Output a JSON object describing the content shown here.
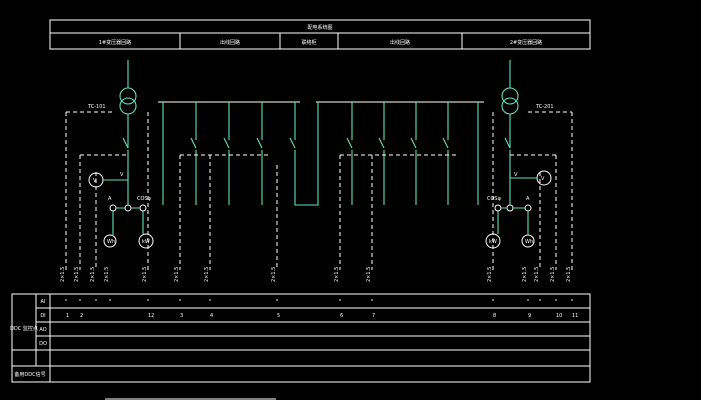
{
  "header": {
    "title": "配电系统图",
    "sections": [
      "1#变压器回路",
      "出线回路",
      "联络柜",
      "出线回路",
      "2#变压器回路"
    ]
  },
  "transformers": [
    {
      "label": "TC-101"
    },
    {
      "label": "TC-201"
    }
  ],
  "meters": {
    "left": {
      "volt": "V",
      "amp": "A",
      "power": "COSφ",
      "kwh": "Wh",
      "kw": "kW"
    },
    "right": {
      "volt": "V",
      "amp": "A",
      "power": "COSφ",
      "kwh": "Wh",
      "kw": "kW"
    }
  },
  "cable_label": "2×1.5",
  "table": {
    "group_label": "DDC\n监控点",
    "rows": [
      "AI",
      "DI",
      "AO",
      "DO",
      "备用DDC信号"
    ],
    "di_marks": [
      "1",
      "2",
      "3",
      "4",
      "5",
      "6",
      "7",
      "8",
      "9",
      "10",
      "11",
      "12"
    ]
  },
  "colors": {
    "line": "#ffffff",
    "accent": "#5fe0c0",
    "background": "#000000"
  }
}
